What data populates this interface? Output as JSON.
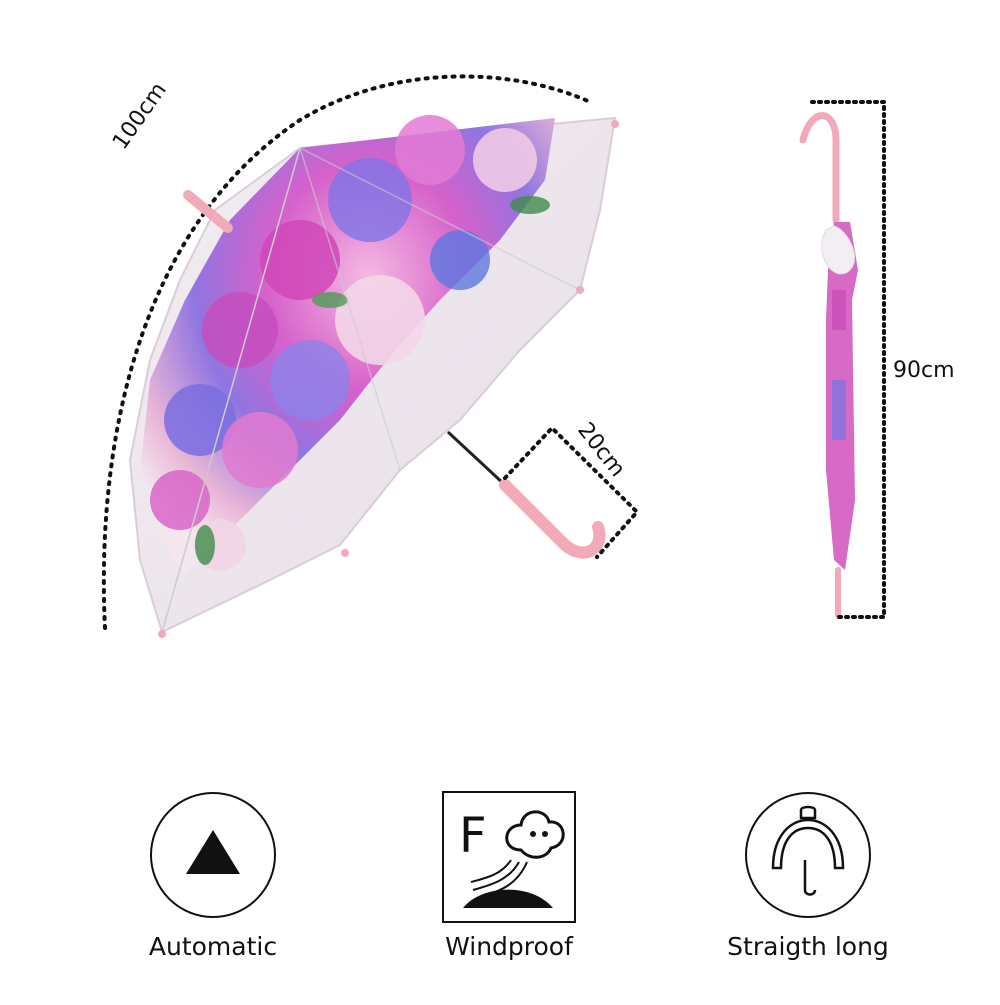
{
  "dimensions": {
    "canopy_arc": "100cm",
    "handle": "20cm",
    "closed_length": "90cm"
  },
  "features": [
    {
      "label": "Automatic",
      "icon": "automatic-triangle-icon"
    },
    {
      "label": "Windproof",
      "icon": "windproof-icon"
    },
    {
      "label": "Straigth long",
      "icon": "straight-long-handle-icon"
    }
  ],
  "colors": {
    "handle_pink": "#f2a9b8",
    "dotted_line": "#111111"
  }
}
